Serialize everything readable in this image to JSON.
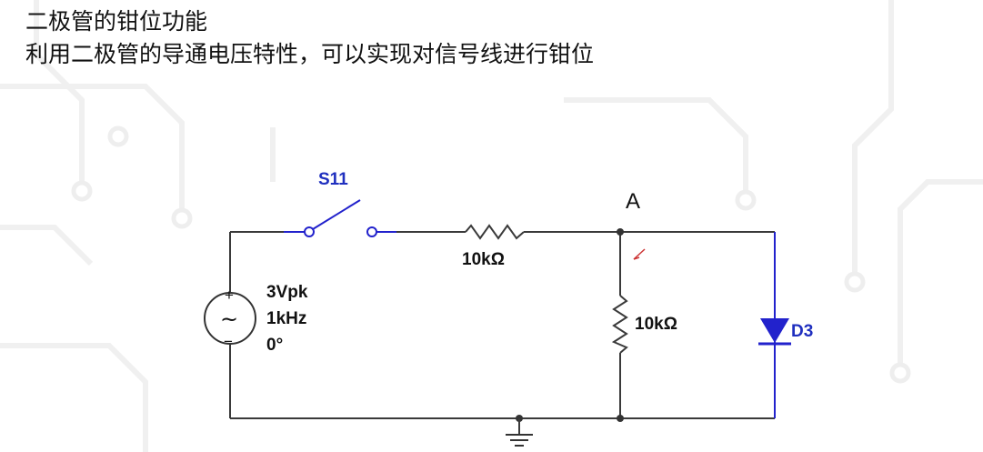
{
  "header": {
    "title": "二极管的钳位功能",
    "subtitle": "利用二极管的导通电压特性，可以实现对信号线进行钳位"
  },
  "circuit": {
    "switch_label": "S11",
    "resistor_series_label": "10kΩ",
    "node_label": "A",
    "resistor_shunt_label": "10kΩ",
    "diode_label": "D3",
    "source": {
      "amplitude": "3Vpk",
      "frequency": "1kHz",
      "phase": "0°",
      "plus": "+",
      "minus": "−",
      "symbol": "~"
    }
  }
}
